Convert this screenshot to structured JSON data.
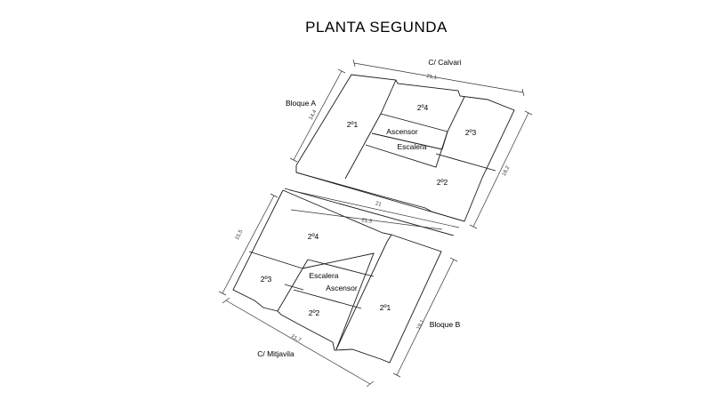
{
  "title": "PLANTA SEGUNDA",
  "streets": {
    "top": "C/ Calvari",
    "bottom": "C/ Mitjavila"
  },
  "blocks": {
    "a": "Bloque A",
    "b": "Bloque B"
  },
  "block_a_rooms": {
    "unit_1": "2º1",
    "unit_2": "2º2",
    "unit_3": "2º3",
    "unit_4": "2º4",
    "elevator": "Ascensor",
    "stairs": "Escalera"
  },
  "block_b_rooms": {
    "unit_1": "2º1",
    "unit_2": "2º2",
    "unit_3": "2º3",
    "unit_4": "2º4",
    "elevator": "Ascensor",
    "stairs": "Escalera"
  },
  "dimensions": {
    "calvari_width": "21,1",
    "block_a_left": "14,4",
    "block_a_right": "18,2",
    "passage": "21",
    "block_b_top": "21,3",
    "block_b_left": "15,5",
    "block_b_right": "19,1",
    "mitjavila_width": "21,7"
  }
}
